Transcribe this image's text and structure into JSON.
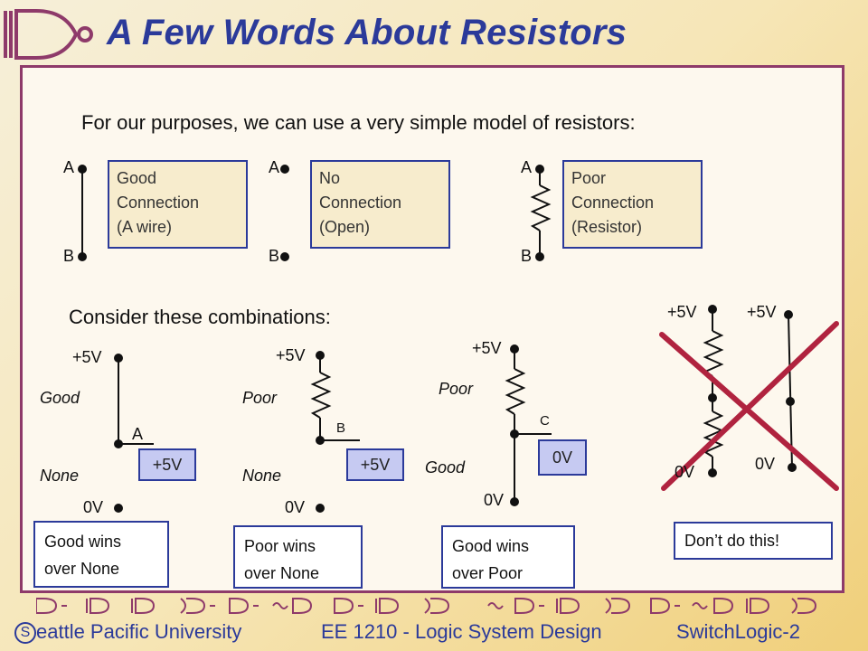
{
  "title": "A Few Words About Resistors",
  "intro": "For our purposes, we can use a very simple model of resistors:",
  "models": [
    {
      "node_a": "A",
      "node_b": "B",
      "line1": "Good",
      "line2": "Connection",
      "line3": "(A wire)"
    },
    {
      "node_a": "A",
      "node_b": "B",
      "line1": "No",
      "line2": "Connection",
      "line3": "(Open)"
    },
    {
      "node_a": "A",
      "node_b": "B",
      "line1": "Poor",
      "line2": "Connection",
      "line3": "(Resistor)"
    }
  ],
  "consider": "Consider these combinations:",
  "combos": [
    {
      "top_v": "+5V",
      "bottom_v": "0V",
      "upper": "Good",
      "lower": "None",
      "node": "A",
      "out": "+5V",
      "result1": "Good wins",
      "result2": "over None"
    },
    {
      "top_v": "+5V",
      "bottom_v": "0V",
      "upper": "Poor",
      "lower": "None",
      "node": "B",
      "out": "+5V",
      "result1": "Poor wins",
      "result2": "over None"
    },
    {
      "top_v": "+5V",
      "bottom_v": "0V",
      "upper": "Poor",
      "lower": "Good",
      "node": "C",
      "out": "0V",
      "result1": "Good wins",
      "result2": "over Poor"
    }
  ],
  "dont": {
    "v1": "+5V",
    "v2": "+5V",
    "v3": "0V",
    "v4": "0V",
    "note": "Don’t do this!"
  },
  "colors": {
    "title": "#2b3a9a",
    "frame": "#8e3a6a",
    "cross": "#b0233f",
    "box_fill": "#f7eccd",
    "volt_fill": "#c6caf2"
  },
  "footer": {
    "logo_letter": "S",
    "school": "eattle  Pacific University",
    "course": "EE 1210 - Logic System Design",
    "slide": "SwitchLogic-2"
  }
}
